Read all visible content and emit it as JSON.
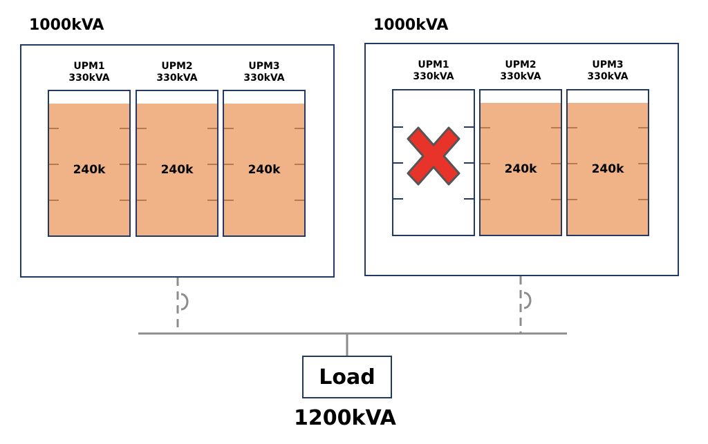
{
  "system_left": {
    "capacity_label": "1000kVA",
    "modules": [
      {
        "name": "UPM1",
        "rating": "330kVA",
        "load_label": "240k",
        "failed": false
      },
      {
        "name": "UPM2",
        "rating": "330kVA",
        "load_label": "240k",
        "failed": false
      },
      {
        "name": "UPM3",
        "rating": "330kVA",
        "load_label": "240k",
        "failed": false
      }
    ]
  },
  "system_right": {
    "capacity_label": "1000kVA",
    "modules": [
      {
        "name": "UPM1",
        "rating": "330kVA",
        "load_label": "",
        "failed": true
      },
      {
        "name": "UPM2",
        "rating": "330kVA",
        "load_label": "240k",
        "failed": false
      },
      {
        "name": "UPM3",
        "rating": "330kVA",
        "load_label": "240k",
        "failed": false
      }
    ]
  },
  "load": {
    "label": "Load",
    "total_label": "1200kVA"
  },
  "colors": {
    "frame": "#203864",
    "fill": "#f0b387",
    "wire": "#8c8c8c",
    "fail_mark": "#e8332a"
  }
}
